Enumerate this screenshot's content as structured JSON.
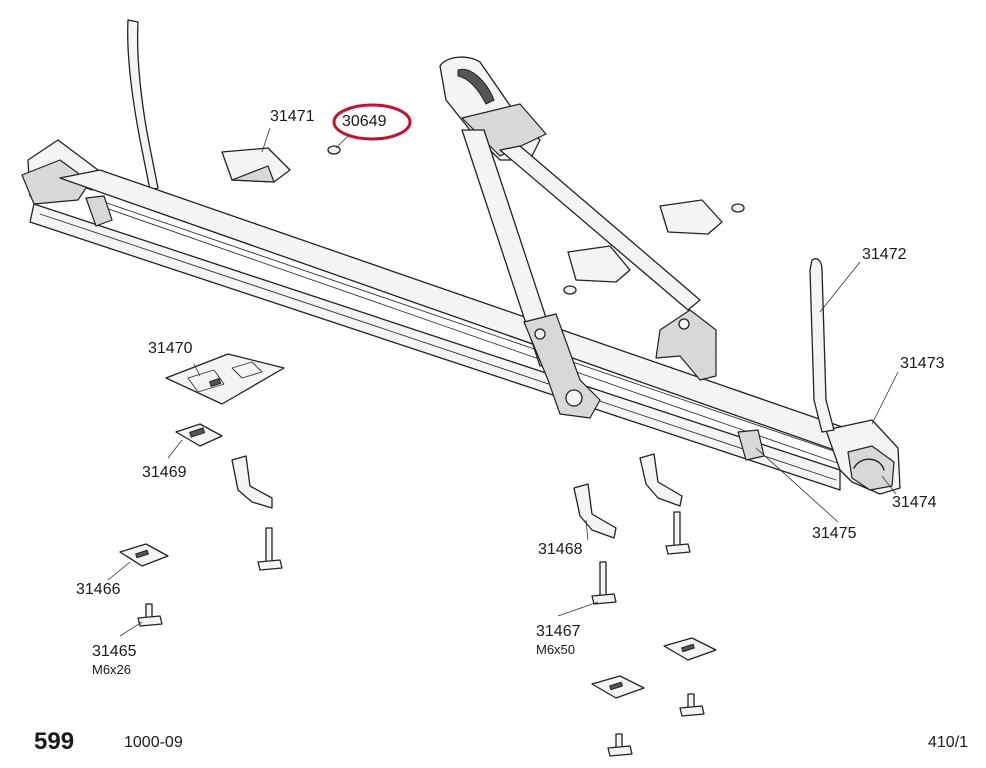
{
  "labels": {
    "p31471": "31471",
    "p30649": "30649",
    "p31472": "31472",
    "p31473": "31473",
    "p31474": "31474",
    "p31475": "31475",
    "p31470": "31470",
    "p31469": "31469",
    "p31468": "31468",
    "p31467": "31467",
    "p31467_size": "M6x50",
    "p31466": "31466",
    "p31465": "31465",
    "p31465_size": "M6x26"
  },
  "highlight_color": "#c8102e",
  "footer": {
    "page_number": "599",
    "date_code": "1000-09",
    "ref": "410/1"
  }
}
